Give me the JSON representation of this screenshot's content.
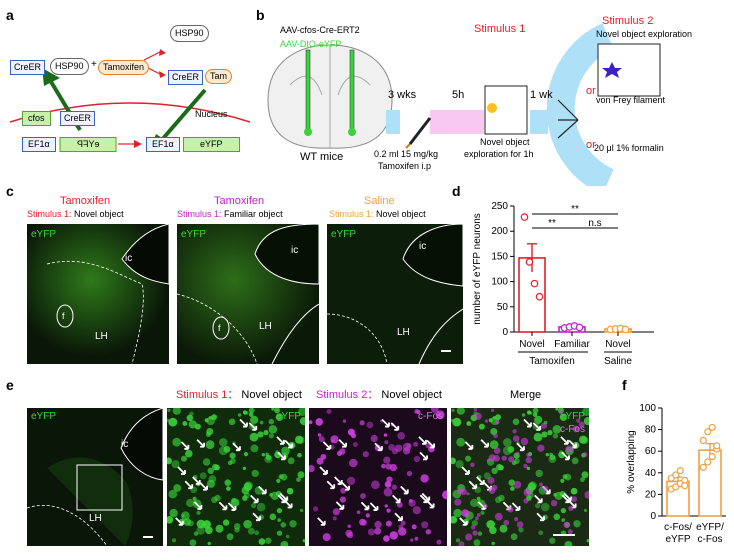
{
  "panels": {
    "a": "a",
    "b": "b",
    "c": "c",
    "d": "d",
    "e": "e",
    "f": "f"
  },
  "a": {
    "creer": "CreER",
    "hsp90": "HSP90",
    "plus": "+",
    "tamoxifen": "Tamoxifen",
    "hsp90_out": "HSP90",
    "creer2": "CreER",
    "tam": "Tam",
    "cfos": "cfos",
    "creer3": "CreER",
    "nucleus": "Nucleus",
    "ef1a": "EF1α",
    "eyfp_inv": "eYFP",
    "ef1a2": "EF1α",
    "eyfp": "eYFP"
  },
  "b": {
    "vector1": "AAV-cfos-Cre-ERT2",
    "vector2": "AAV-DIO-eYFP",
    "mice": "WT mice",
    "wks": "3 wks",
    "h5": "5h",
    "wk1": "1 wk",
    "injection1": "0.2 ml 15 mg/kg",
    "injection2": "Tamoxifen i.p",
    "stim1_title": "Stimulus 1",
    "stim1_desc1": "Novel object",
    "stim1_desc2": "exploration for 1h",
    "stim2_title": "Stimulus 2",
    "opt1": "Novel object exploration",
    "or": "or",
    "opt2": "von Frey filament",
    "opt3": "20 μl 1% formalin"
  },
  "c": {
    "panels": [
      {
        "title": "Tamoxifen",
        "stim": "Stimulus 1:",
        "desc": "Novel object"
      },
      {
        "title": "Tamoxifen",
        "stim": "Stimulus 1:",
        "desc": "Familiar object"
      },
      {
        "title": "Saline",
        "stim": "Stimulus 1:",
        "desc": "Novel object"
      }
    ],
    "eyfp": "eYFP",
    "ic": "ic",
    "f": "f",
    "lh": "LH"
  },
  "d": {
    "chart_data": {
      "type": "bar",
      "ylabel": "number of eYFP neurons",
      "ylim": [
        0,
        250
      ],
      "yticks": [
        "0",
        "50",
        "100",
        "150",
        "200",
        "250"
      ],
      "categories": [
        "Novel",
        "Familiar",
        "Novel"
      ],
      "groups": [
        "Tamoxifen",
        "Saline"
      ],
      "values": [
        147,
        10,
        6
      ],
      "errors": [
        28,
        3,
        3
      ],
      "points": [
        [
          228,
          139,
          96,
          70
        ],
        [
          8,
          10,
          12,
          9
        ],
        [
          5,
          6,
          7,
          5
        ]
      ],
      "sig": [
        "**",
        "**",
        "n.s"
      ],
      "colors": [
        "#e0202a",
        "#c020c8",
        "#f0a040"
      ]
    }
  },
  "e": {
    "eyfp": "eYFP",
    "ic": "ic",
    "lh": "LH",
    "stim1": "Stimulus 1：",
    "stim1_desc": "Novel object",
    "stim2": "Stimulus 2：",
    "stim2_desc": "Novel object",
    "merge": "Merge",
    "eyfp2": "eYFP",
    "cfos": "c-Fos",
    "eyfp3": "eYFP",
    "cfos3": "c-Fos"
  },
  "f": {
    "chart_data": {
      "type": "bar",
      "ylabel": "% overlapping",
      "ylim": [
        0,
        100
      ],
      "yticks": [
        "0",
        "20",
        "40",
        "60",
        "80",
        "100"
      ],
      "categories": [
        "c-Fos/\neYFP",
        "eYFP/\nc-Fos"
      ],
      "cat_lines": [
        [
          "c-Fos/",
          "eYFP"
        ],
        [
          "eYFP/",
          "c-Fos"
        ]
      ],
      "values": [
        32,
        61
      ],
      "errors": [
        4,
        6
      ],
      "points": [
        [
          25,
          27,
          30,
          33,
          35,
          38,
          42,
          28
        ],
        [
          45,
          50,
          55,
          62,
          70,
          78,
          82,
          65
        ]
      ],
      "color": "#f0a040"
    }
  }
}
